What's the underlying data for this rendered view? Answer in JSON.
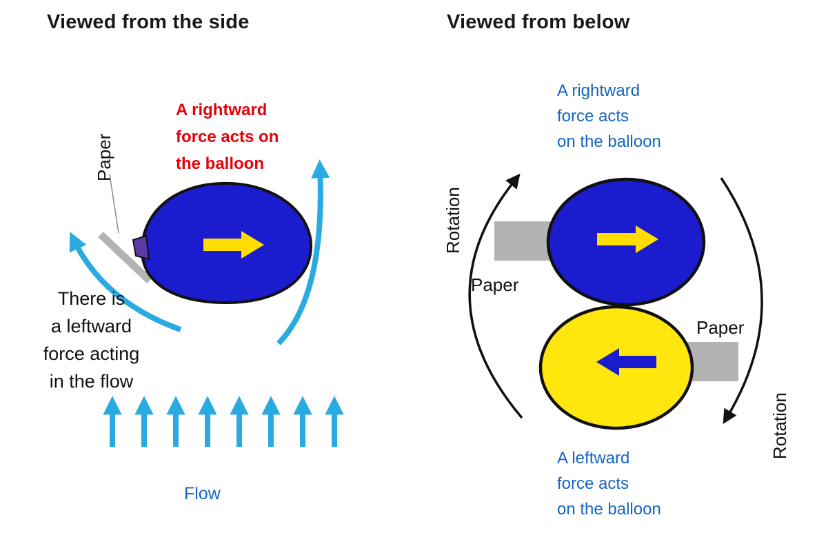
{
  "left": {
    "title": "Viewed from the side",
    "paper_label": "Paper",
    "red_note_lines": [
      "A rightward",
      "force acts on",
      "the balloon"
    ],
    "black_note_lines": [
      "There is",
      "a leftward",
      "force acting",
      "in the flow"
    ],
    "flow_label": "Flow"
  },
  "right": {
    "title": "Viewed from below",
    "top_note_lines": [
      "A rightward",
      "force acts",
      "on the balloon"
    ],
    "bottom_note_lines": [
      "A leftward",
      "force acts",
      "on the balloon"
    ],
    "rotation_left": "Rotation",
    "rotation_right": "Rotation",
    "paper_left": "Paper",
    "paper_right": "Paper"
  },
  "colors": {
    "balloon_blue": "#1c1ccf",
    "balloon_yellow": "#ffe60d",
    "arrow_yellow": "#ffdd00",
    "arrow_blue": "#1c1ccf",
    "flow_cyan": "#29abe2",
    "red_text": "#e8000a",
    "blue_text": "#1565c0",
    "paper_gray": "#b3b3b3",
    "knot_purple": "#5b3aa8"
  }
}
